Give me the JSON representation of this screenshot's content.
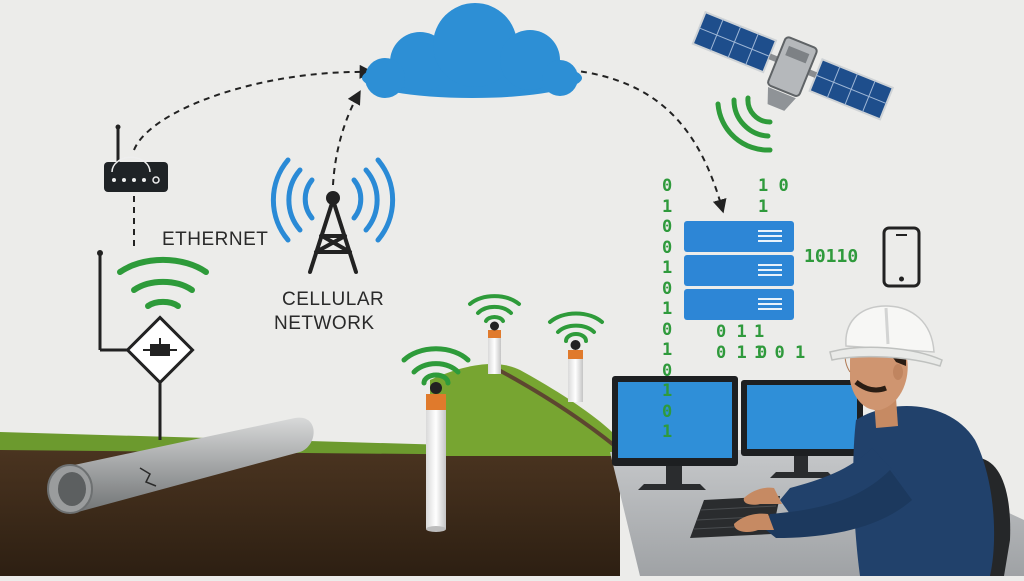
{
  "labels": {
    "ethernet": "ETHERNET",
    "cellular_line1": "CELLULAR",
    "cellular_line2": "NETWORK"
  },
  "binary_streams": {
    "left": "0\n1\n0\n0\n1\n0\n1\n0\n1\n0\n1\n0\n1",
    "right_top": "1 0\n1",
    "right_bottom_a": "0 1\n0 1 0",
    "right_bottom_b": "1\n1 0 1",
    "horizontal": "10110"
  },
  "colors": {
    "background": "#ececea",
    "cloud": "#2d8fd5",
    "server": "#2d86d6",
    "signal_green": "#2e9b3a",
    "signal_blue": "#2a8ad6",
    "grass": "#6c9a2e",
    "soil": "#3b2a1a",
    "desk": "#b9bcbf",
    "monitor_screen": "#2f8fd8",
    "shirt": "#21416b",
    "sensor_cap": "#e07a2c"
  },
  "icons": [
    "cloud-icon",
    "satellite-icon",
    "router-icon",
    "cell-tower-icon",
    "server-rack-icon",
    "smartphone-icon",
    "pipeline-sensor-icon",
    "pipe-icon",
    "monitor-icon",
    "keyboard-icon",
    "engineer-figure",
    "hard-hat-icon"
  ]
}
